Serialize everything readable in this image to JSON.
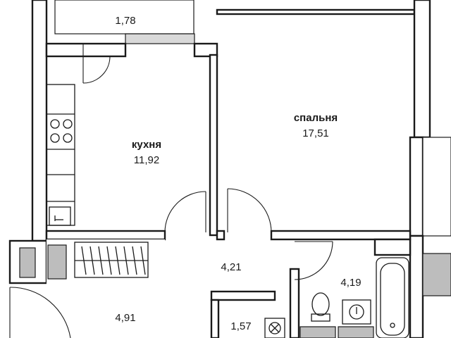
{
  "rooms": {
    "balcony": {
      "area": "1,78"
    },
    "kitchen": {
      "name": "кухня",
      "area": "11,92"
    },
    "bedroom": {
      "name": "спальня",
      "area": "17,51"
    },
    "corridor": {
      "area": "4,21"
    },
    "bathroom": {
      "area": "4,19"
    },
    "hall": {
      "area": "4,91"
    },
    "wardrobe": {
      "area": "1,57"
    }
  }
}
